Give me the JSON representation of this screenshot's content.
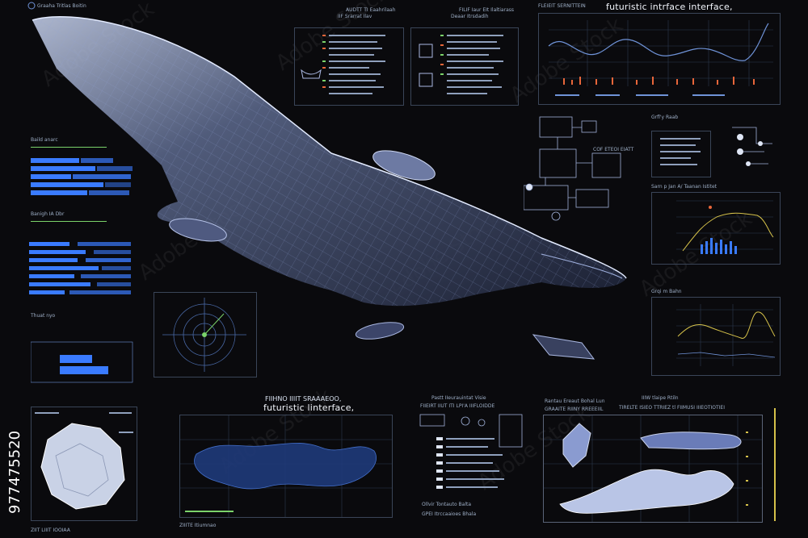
{
  "header": {
    "mini_label_left": "Graaha Tritlas Boitin",
    "block2_title": "AUDTT TI Eaahrilaah",
    "block2_sub": "IIF Srarrat Ilav",
    "block3_title": "FILIF Iaur  EIt  Ilaltiarass",
    "block3_sub": "Deaar Itrsdadih"
  },
  "top_right": {
    "label": "FLEIEIT SERNITTEIN",
    "title": "futuristic intrface interface,"
  },
  "center": {
    "caption_top": "FIIHNO IIIIT SRAAAEOO,",
    "caption_main": "futuristic linterface,"
  },
  "bottom_middle": {
    "title": "Pastt IIeurauintat Visie",
    "sub": "FIIEIRT IIUT ITI  LPI'A  IIIFLOIDDE",
    "footer1": "Ollvir Tontauto Balta",
    "footer2": "GPEI Itrccaaioes  Bhala"
  },
  "bottom_right": {
    "label1": "Rantau Ereaut Bohal Lun",
    "label2": "GRAAITE RIINY  RREEEIIL",
    "label3": "IIIW  tlaipe Rtiln",
    "label4": "TIRELTE ISIEO TTRIEZ  tl  FIIMUSI  IIIEOTIOTIEI"
  },
  "left": {
    "label1": "Baild anarc",
    "label2": "Banigh IA  Dbr",
    "label3": "Thuat nyo",
    "bottom_label": "ZIIT LIIIT IOOIAA",
    "bottom_label2": "ZIIITE Itiumnao"
  },
  "right_mid": {
    "label1": "Grfl'y Raab",
    "label2": "Sarn  p  Jan A/ Taanan  Istitet",
    "label3": "Grqi  m Bahn"
  },
  "schematic": {
    "label": "COF  ETEOI  EIATT"
  },
  "stock_id": "977475520",
  "watermark": "Adobe Stock",
  "colors": {
    "background": "#0a0a0d",
    "accent_blue": "#3a7bff",
    "accent_orange": "#e8663a",
    "accent_yellow": "#d6c24a",
    "line_blue": "#6f93d8"
  }
}
